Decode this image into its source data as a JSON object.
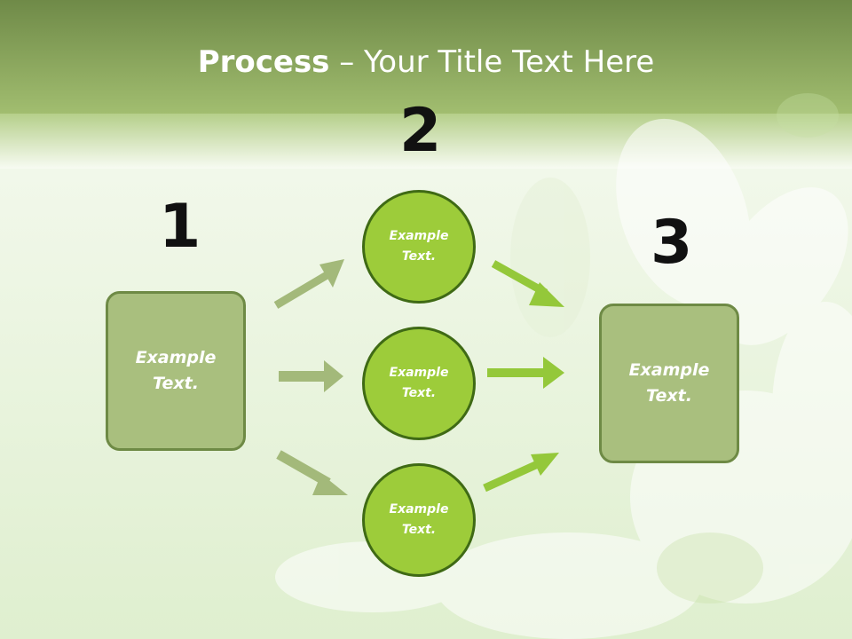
{
  "slide": {
    "title_bold": "Process",
    "title_rest": " – Your Title Text Here",
    "colors": {
      "header": "#7c9a52",
      "box": "#a9bf7e",
      "box_border": "#6e8a45",
      "circle": "#9dcc3a",
      "circle_border": "#3f6a15",
      "arrow_left": "#a3b97a",
      "arrow_right": "#94c83a"
    }
  },
  "steps": {
    "one": {
      "number": "1",
      "label": "Example\nText."
    },
    "two": {
      "number": "2",
      "circles": [
        {
          "label": "Example\nText."
        },
        {
          "label": "Example\nText."
        },
        {
          "label": "Example\nText."
        }
      ]
    },
    "three": {
      "number": "3",
      "label": "Example\nText."
    }
  }
}
